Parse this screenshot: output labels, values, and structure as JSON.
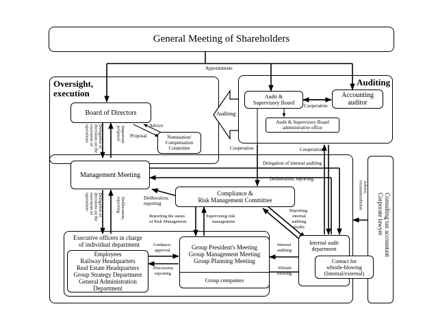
{
  "general_meeting": "General Meeting of Shareholders",
  "appointments": "Appointments",
  "oversight_title_1": "Oversight,",
  "oversight_title_2": "execution",
  "auditing_title": "Auditing",
  "auditing_arrow": "Auditing",
  "board_of_directors": "Board of Directors",
  "audit_board_1": "Audit &",
  "audit_board_2": "Supervisory Board",
  "accounting_auditor_1": "Accounting",
  "accounting_auditor_2": "auditor",
  "cooperation_top": "Cooperation",
  "audit_office_1": "Audit & Supervisory Board",
  "audit_office_2": "administrative office",
  "advice": "Advice",
  "proposal": "Proposal",
  "nomination_1": "Nomination/",
  "nomination_2": "Compensation",
  "nomination_3": "Committee",
  "delegation_bod": "Delegation of decisions on the execution of operations",
  "important_proposal": "Important proposal",
  "cooperation_left": "Cooperation",
  "cooperation_right": "Cooperation",
  "management_meeting": "Management Meeting",
  "delegation_internal": "Delegation of internal auditing",
  "deliberation_reporting_top": "Deliberation, reporting",
  "deliberation_reporting_left_1": "Deliberation,",
  "deliberation_reporting_left_2": "reporting",
  "compliance_1": "Compliance &",
  "compliance_2": "Risk Management Committee",
  "delegation_mm": "Delegation of decisions on the execution of operations",
  "deliberation_mm": "Deliberation, reporting",
  "reporting_status_1": "Reporting the status",
  "reporting_status_2": "of Risk Management",
  "supervising_risk_1": "Supervising risk",
  "supervising_risk_2": "management",
  "reporting_internal_1": "Reporting",
  "reporting_internal_2": "internal",
  "reporting_internal_3": "auditing",
  "reporting_internal_4": "results",
  "advice_recommendation": "Advice, recommendation",
  "consulting": "Consulting tax accountant Corporate lawyer",
  "executive_1": "Executive officers in charge",
  "executive_2": "of individual department",
  "employees": "Employees",
  "railway": "Railway Headquarters",
  "real_estate": "Real Estate Headquarters",
  "group_strategy": "Group Strategy Department",
  "general_admin_1": "General Administration",
  "general_admin_2": "Department",
  "guidance_1": "Guidance,",
  "guidance_2": "approval",
  "discussion_1": "Discussion,",
  "discussion_2": "reporting",
  "gp_meeting": "Group President's Meeting",
  "gm_meeting": "Group Management Meeting",
  "gpl_meeting": "Group Planning Meeting",
  "group_companies": "Group companies",
  "internal_auditing_1": "Internal",
  "internal_auditing_2": "auditing",
  "whistle_blowing_1": "Whistle",
  "whistle_blowing_2": "blowing",
  "internal_audit_dept_1": "Internal audit",
  "internal_audit_dept_2": "department",
  "contact_1": "Contact for",
  "contact_2": "whistle-blowing",
  "contact_3": "(Internal/external)"
}
